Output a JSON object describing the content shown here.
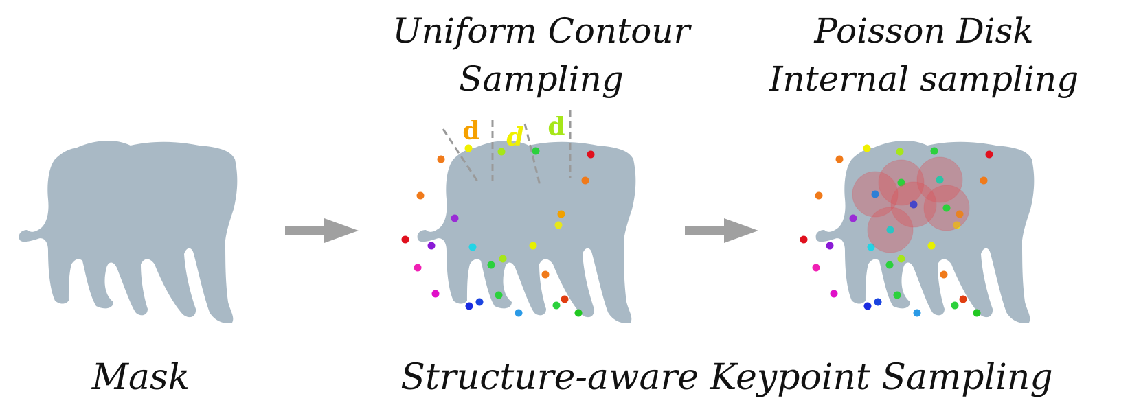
{
  "colors": {
    "mask": "#a9b9c5",
    "arrow": "#a0a0a0",
    "dashed_line": "#9a9a9a",
    "disk": "#d9545a",
    "text": "#111111"
  },
  "captions": {
    "mask": "Mask",
    "contour_line1": "Uniform Contour",
    "contour_line2": "Sampling",
    "poisson_line1": "Poisson Disk",
    "poisson_line2": "Internal sampling",
    "bottom": "Structure-aware Keypoint Sampling"
  },
  "distance_labels": [
    {
      "text": "d",
      "color": "#f5a000"
    },
    {
      "text": "d",
      "color": "#f0f000"
    },
    {
      "text": "d",
      "color": "#a6e619"
    }
  ],
  "keypoint_colors": [
    "#f07a1a",
    "#f0f000",
    "#a6e619",
    "#2bd13c",
    "#e0101e",
    "#f07a1a",
    "#f0a000",
    "#e7e71a",
    "#e6f000",
    "#f07a1a",
    "#e03d10",
    "#2bd13c",
    "#22c822",
    "#2b9ae6",
    "#1a44e0",
    "#1a2be0",
    "#22d4e6",
    "#9a2bd6",
    "#8a1ad6",
    "#f020b4",
    "#e010c8",
    "#e0101e",
    "#a6e619",
    "#2bd13c",
    "#2bd13c",
    "#f07a1a"
  ],
  "interior_colors": [
    "#2e7fd6",
    "#2bd13c",
    "#2bc4a6",
    "#2bd13c",
    "#4646c8",
    "#2bc4c4"
  ]
}
